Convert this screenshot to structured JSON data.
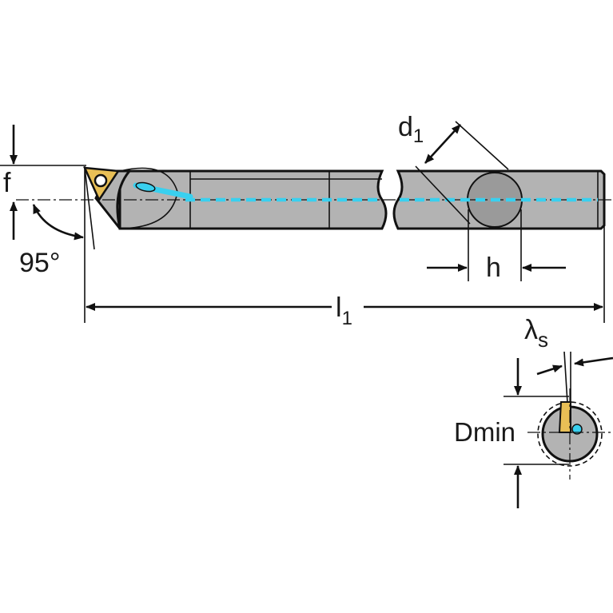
{
  "labels": {
    "f": "f",
    "angle": "95°",
    "d1": {
      "base": "d",
      "sub": "1"
    },
    "h": "h",
    "l1": {
      "base": "l",
      "sub": "1"
    },
    "lambda_s": {
      "base": "λ",
      "sub": "s"
    },
    "dmin": "Dmin"
  },
  "colors": {
    "body": "#b3b3b3",
    "insert": "#e8bf56",
    "coolant": "#39d0ef",
    "outline": "#111111"
  }
}
